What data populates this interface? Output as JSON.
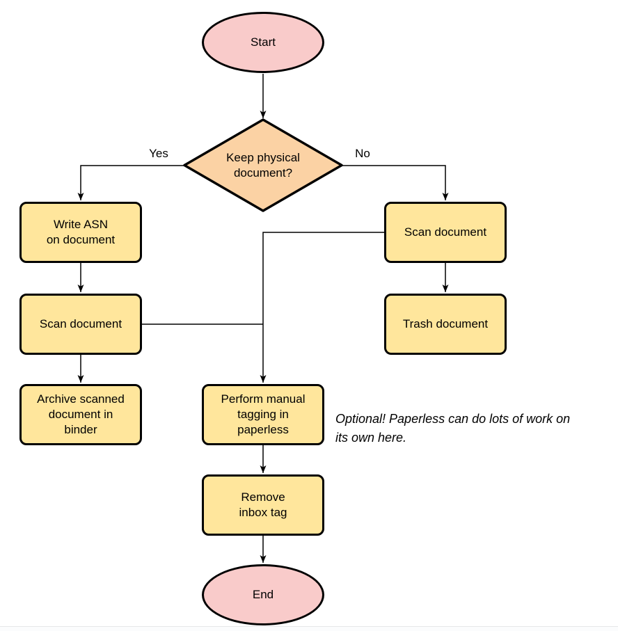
{
  "diagram": {
    "nodes": {
      "start": {
        "label": "Start",
        "shape": "terminator"
      },
      "decision": {
        "label": "Keep physical\ndocument?",
        "shape": "decision"
      },
      "write_asn": {
        "label": "Write ASN\non document",
        "shape": "process"
      },
      "scan_left": {
        "label": "Scan document",
        "shape": "process"
      },
      "archive": {
        "label": "Archive scanned\ndocument in\nbinder",
        "shape": "process"
      },
      "scan_right": {
        "label": "Scan document",
        "shape": "process"
      },
      "trash": {
        "label": "Trash document",
        "shape": "process"
      },
      "tagging": {
        "label": "Perform manual\ntagging in\npaperless",
        "shape": "process"
      },
      "remove_inbox": {
        "label": "Remove\ninbox tag",
        "shape": "process"
      },
      "end": {
        "label": "End",
        "shape": "terminator"
      }
    },
    "edge_labels": {
      "yes": "Yes",
      "no": "No"
    },
    "note": "Optional! Paperless can do lots of work on\nits own here.",
    "colors": {
      "terminator_fill": "#f9cbca",
      "decision_fill": "#fbd2a4",
      "process_fill": "#ffe69c",
      "stroke": "#000000",
      "background": "#ffffff"
    }
  }
}
